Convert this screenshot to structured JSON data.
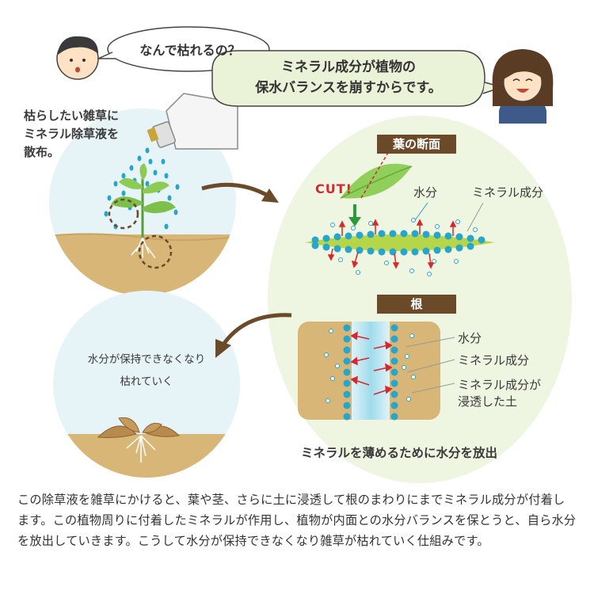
{
  "speech": {
    "question": "なんで枯れるの？",
    "answer_line1": "ミネラル成分が植物の",
    "answer_line2": "保水バランスを崩すからです。"
  },
  "spray_caption": [
    "枯らしたい雑草に",
    "ミネラル除草液を",
    "散布。"
  ],
  "leaf_section": {
    "title": "葉の断面",
    "cut_label": "CUT!",
    "water_label": "水分",
    "mineral_label": "ミネラル成分"
  },
  "root_section": {
    "title": "根",
    "water_label": "水分",
    "mineral_label": "ミネラル成分",
    "soil_label_line1": "ミネラル成分が",
    "soil_label_line2": "浸透した土"
  },
  "release_caption": "ミネラルを薄めるために水分を放出",
  "wither_caption": [
    "水分が保持できなくなり",
    "枯れていく"
  ],
  "description": "この除草液を雑草にかけると、葉や茎、さらに土に浸透して根のまわりにまでミネラル成分が付着します。この植物周りに付着したミネラルが作用し、植物が内面との水分バランスを保とうと、自ら水分を放出していきます。こうして水分が保持できなくなり雑草が枯れていく仕組みです。",
  "colors": {
    "circle_bg": "#e6f3f7",
    "zoom_bg": "#eef5e1",
    "soil": "#d8b677",
    "bubble": "#eaf2d8",
    "arrow_brown": "#6b4a2a",
    "accent_red": "#d9272e",
    "water_blue": "#27a6c9",
    "mineral_green": "#b6d64a"
  },
  "icons": [
    "boy-avatar-icon",
    "woman-avatar-icon",
    "spray-bottle-icon",
    "brown-arrow-icon",
    "green-down-arrow-icon"
  ]
}
